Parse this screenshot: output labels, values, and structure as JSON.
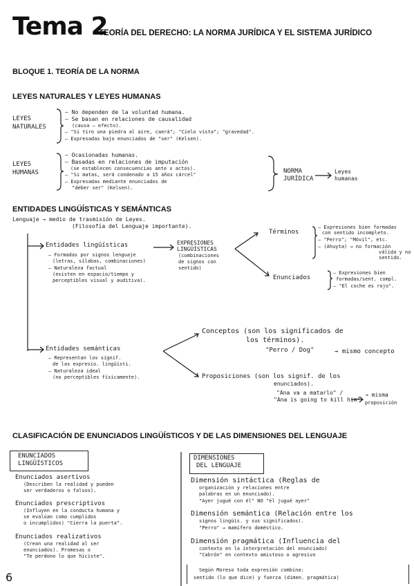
{
  "header": {
    "tema": "Tema 2",
    "title": "TEORÍA DEL DERECHO: LA NORMA JURÍDICA Y EL SISTEMA JURÍDICO"
  },
  "sections": {
    "bloque": "BLOQUE 1. TEORÍA DE LA NORMA",
    "leyes": "LEYES NATURALES Y LEYES HUMANAS",
    "entidades": "ENTIDADES LINGÜÍSTICAS Y SEMÁNTICAS",
    "clasificacion": "CLASIFICACIÓN DE ENUNCIADOS LINGÜÍSTICOS Y DE LAS DIMENSIONES DEL LENGUAJE"
  },
  "leyes_naturales": {
    "label_1": "LEYES",
    "label_2": "NATURALES",
    "items": [
      "– No dependen de la voluntad humana.",
      "– Se basan en relaciones de causalidad",
      "(causa – efecto).",
      "– \"Si tiro una piedra al aire, caerá\"; \"Cielo vista\"; \"gravedad\".",
      "– Expresadas bajo enunciados de \"ser\" (Kelsen)."
    ]
  },
  "leyes_humanas": {
    "label_1": "LEYES",
    "label_2": "HUMANAS",
    "items": [
      "– Ocasionadas humanas.",
      "– Basadas en relaciones de imputación",
      "(se establecen consecuencias ante x actos).",
      "– \"Si matas, será condenado a 15 años cárcel\"",
      "– Expresadas mediante enunciados de",
      "\"deber ser\" (Kelsen)."
    ],
    "norma_1": "NORMA",
    "norma_2": "JURÍDICA",
    "leyes_1": "Leyes",
    "leyes_2": "humanas"
  },
  "entidades": {
    "lenguaje_1": "Lenguaje → medio de trasmisión de Leyes.",
    "lenguaje_2": "(Filosofía del Lenguaje importante).",
    "ling_label": "Entidades lingüísticas",
    "ling_notes": [
      "– Formadas por signos lenguaje",
      "(letras, sílabas, combinaciones)",
      "– Naturaleza factual",
      "(existen en espacio/tiempo y",
      "perceptibles visual y auditiva)."
    ],
    "expr_1": "EXPRESIONES",
    "expr_2": "LINGÜÍSTICAS",
    "expr_3": "(combinaciones",
    "expr_4": "de signos con",
    "expr_5": "sentido)",
    "terminos": "Términos",
    "terminos_notes": [
      "– Expresiones bien formadas",
      "con sentido incompleto.",
      "– \"Perro\"; \"Móvil\", etc.",
      "– (Ahuyta) → no formación",
      "válida y no",
      "sentido."
    ],
    "enunciados": "Enunciados",
    "enunciados_notes": [
      "– Expresiones bien",
      "formadas/sent. compl.",
      "– \"El coche es rojo\"."
    ],
    "sem_label": "Entidades semánticas",
    "sem_notes": [
      "– Representan los signif.",
      "de las expresio. lingüísti.",
      "– Naturaleza ideal",
      "(no perceptibles físicamente)."
    ],
    "conceptos_1": "Conceptos (son los significados de",
    "conceptos_2": "los términos).",
    "perro_dog": "\"Perro / Dog\"",
    "mismo_concepto": "→ mismo concepto",
    "proposiciones_1": "Proposiciones (son los signif. de los",
    "proposiciones_2": "enunciados).",
    "ana_1": "\"Ana va a matarlo\" /",
    "ana_2": "\"Ana is going to kill him\"",
    "misma_1": "→ misma",
    "misma_2": "proposición"
  },
  "clasificacion": {
    "left_box_1": "ENUNCIADOS",
    "left_box_2": "LINGÜÍSTICOS",
    "left_items": [
      {
        "title": "Enunciados asertivos",
        "lines": [
          "(Describen la realidad y pueden",
          "ser verdaderos o falsos)."
        ]
      },
      {
        "title": "Enunciados prescriptivos",
        "lines": [
          "(Influyen en la conducta humana y",
          "se evalúan como cumplidos",
          "o incumplidos) \"Cierra la puerta\"."
        ]
      },
      {
        "title": "Enunciados realizativos",
        "lines": [
          "(Crean una realidad al ser",
          "enunciados). Promesas o",
          "\"Te perdono lo que hiciste\"."
        ]
      }
    ],
    "right_box_1": "DIMENSIONES",
    "right_box_2": "DEL LENGUAJE",
    "right_items": [
      {
        "title": "Dimensión sintáctica (Reglas de",
        "lines": [
          "organización y relaciones entre",
          "palabras en un enunciado).",
          "\"Ayer jugué con él\" NO \"él jugué ayer\""
        ]
      },
      {
        "title": "Dimensión semántica (Relación entre los",
        "lines": [
          "signos lingüís. y sus significados).",
          "\"Perro\" → mamífero doméstico."
        ]
      },
      {
        "title": "Dimensión pragmática (Influencia del",
        "lines": [
          "contexto en la interpretación del enunciado)",
          "\"Cabrón\" en contexto amistoso o agresivo"
        ]
      }
    ],
    "moreso_1": "Según Moreso toda expresión combina:",
    "moreso_2": "sentido (lo que dice) y fuerza (dimen. pragmática)"
  },
  "page_number": "6"
}
